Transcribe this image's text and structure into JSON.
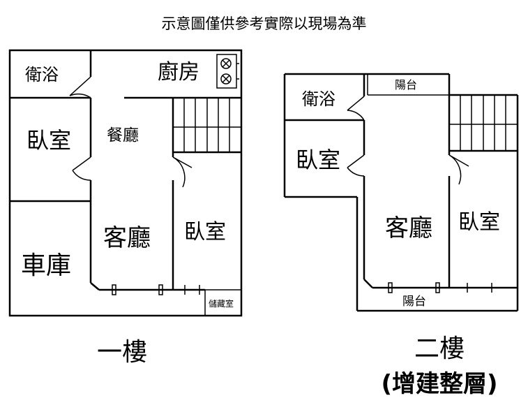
{
  "notice": "示意圖僅供參考實際以現場為準",
  "floor1": {
    "title": "一樓",
    "rooms": {
      "bathroom": "衛浴",
      "kitchen": "廚房",
      "bedroom_left": "臥室",
      "dining": "餐廳",
      "living": "客廳",
      "bedroom_right": "臥室",
      "garage": "車庫",
      "storage": "儲藏室"
    }
  },
  "floor2": {
    "title": "二樓",
    "subtitle": "(增建整層)",
    "rooms": {
      "bathroom": "衛浴",
      "balcony_top": "陽台",
      "bedroom_left": "臥室",
      "living": "客廳",
      "bedroom_right": "臥室",
      "balcony_bottom": "陽台"
    }
  }
}
